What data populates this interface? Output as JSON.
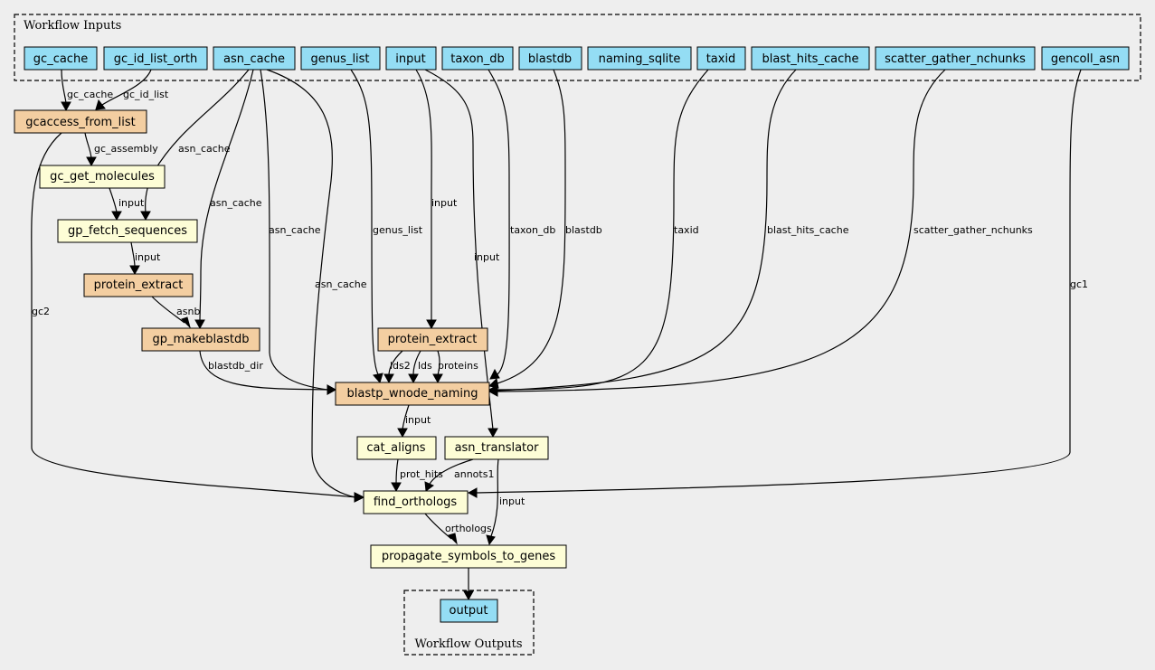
{
  "clusters": {
    "inputs_label": "Workflow Inputs",
    "outputs_label": "Workflow Outputs"
  },
  "nodes": {
    "gc_cache": "gc_cache",
    "gc_id_list_orth": "gc_id_list_orth",
    "asn_cache": "asn_cache",
    "genus_list": "genus_list",
    "input": "input",
    "taxon_db": "taxon_db",
    "blastdb": "blastdb",
    "naming_sqlite": "naming_sqlite",
    "taxid": "taxid",
    "blast_hits_cache": "blast_hits_cache",
    "scatter_gather_nchunks": "scatter_gather_nchunks",
    "gencoll_asn": "gencoll_asn",
    "gcaccess_from_list": "gcaccess_from_list",
    "gc_get_molecules": "gc_get_molecules",
    "gp_fetch_sequences": "gp_fetch_sequences",
    "protein_extract_1": "protein_extract",
    "gp_makeblastdb": "gp_makeblastdb",
    "protein_extract_2": "protein_extract",
    "blastp_wnode_naming": "blastp_wnode_naming",
    "cat_aligns": "cat_aligns",
    "asn_translator": "asn_translator",
    "find_orthologs": "find_orthologs",
    "propagate_symbols_to_genes": "propagate_symbols_to_genes",
    "output": "output"
  },
  "edges": {
    "gc_cache_to_gcaccess": "gc_cache",
    "gc_id_list_to_gcaccess": "gc_id_list",
    "gcaccess_to_gc_get": "gc_assembly",
    "asn_cache_to_fetch": "asn_cache",
    "asn_cache_to_makeblastdb": "asn_cache",
    "asn_cache_to_blastp": "asn_cache",
    "asn_cache_to_find": "asn_cache",
    "gc_get_to_fetch": "input",
    "fetch_to_extract": "input",
    "extract_to_makeblastdb": "asnb",
    "gcaccess_to_find": "gc2",
    "input_to_extract2": "input",
    "genus_to_blastp": "genus_list",
    "input_to_translator": "input",
    "taxon_to_blastp": "taxon_db",
    "blastdb_to_blastp": "blastdb",
    "taxid_to_blastp": "taxid",
    "blasthits_to_blastp": "blast_hits_cache",
    "scatter_to_blastp": "scatter_gather_nchunks",
    "gencoll_to_find": "gc1",
    "makeblastdb_to_blastp": "blastdb_dir",
    "extract2_lds2": "lds2",
    "extract2_lds": "lds",
    "extract2_proteins": "proteins",
    "blastp_to_cat": "input",
    "cat_to_find": "prot_hits",
    "translator_to_find": "annots1",
    "translator_to_propagate": "input",
    "find_to_propagate": "orthologs"
  }
}
